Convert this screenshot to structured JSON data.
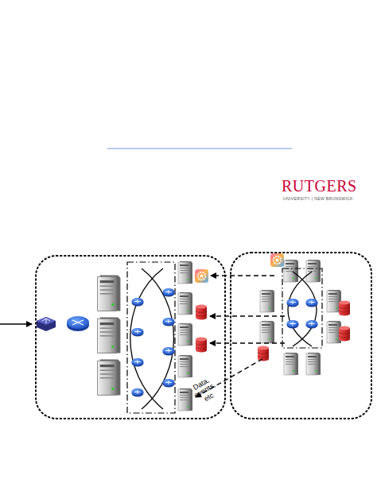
{
  "diagram": {
    "labels": [
      "RUTGERS",
      "UNIVERSITY | NEW BRUNSWICK",
      "Data, events, etc"
    ]
  }
}
